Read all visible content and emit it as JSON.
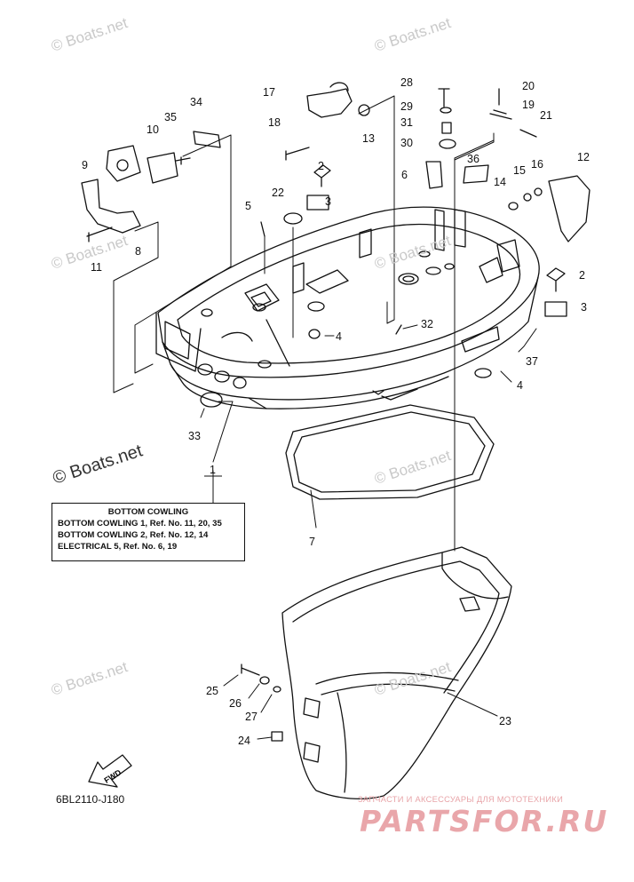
{
  "watermark": "© Boats.net",
  "legend": {
    "title": "BOTTOM COWLING",
    "lines": [
      "BOTTOM COWLING 1,  Ref. No. 11, 20, 35",
      "BOTTOM COWLING 2,  Ref. No. 12, 14",
      "ELECTRICAL 5,  Ref. No. 6, 19"
    ]
  },
  "legend_ref": "1",
  "fwd_label": "FWD",
  "diagram_code": "6BL2110-J180",
  "brand": {
    "subtitle": "ЗАПЧАСТИ И АКСЕССУАРЫ ДЛЯ МОТОТЕХНИКИ",
    "name": "PARTSFOR.RU"
  },
  "callouts": {
    "n2a": "2",
    "n2b": "2",
    "n3a": "3",
    "n3b": "3",
    "n4a": "4",
    "n4b": "4",
    "n5": "5",
    "n6": "6",
    "n7": "7",
    "n8": "8",
    "n9": "9",
    "n10": "10",
    "n11": "11",
    "n12": "12",
    "n13": "13",
    "n14": "14",
    "n15": "15",
    "n16": "16",
    "n17": "17",
    "n18": "18",
    "n19": "19",
    "n20": "20",
    "n21": "21",
    "n22": "22",
    "n23": "23",
    "n24": "24",
    "n25": "25",
    "n26": "26",
    "n27": "27",
    "n28": "28",
    "n29": "29",
    "n30": "30",
    "n31": "31",
    "n32": "32",
    "n33": "33",
    "n34": "34",
    "n35": "35",
    "n36": "36",
    "n37": "37"
  }
}
